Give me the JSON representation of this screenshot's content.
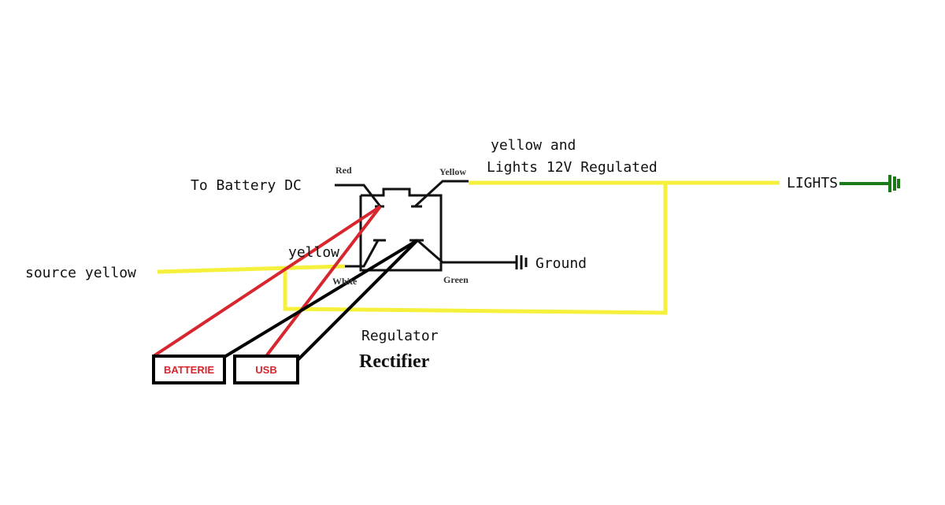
{
  "labels": {
    "to_battery": "To Battery DC",
    "source_yellow": "source yellow",
    "yellow_mid": "yellow",
    "lights_top_line1": "yellow and",
    "lights_top_line2": "Lights 12V Regulated",
    "lights": "LIGHTS",
    "ground": "Ground",
    "regulator": "Regulator",
    "rectifier": "Rectifier"
  },
  "pins": {
    "red": "Red",
    "yellow": "Yellow",
    "white": "White",
    "green": "Green"
  },
  "boxes": {
    "batterie": "BATTERIE",
    "usb": "USB"
  },
  "colors": {
    "yellow_wire": "#f5f03c",
    "red_wire": "#d8262e",
    "black_wire": "#000000",
    "green_wire": "#1a7a1a"
  }
}
